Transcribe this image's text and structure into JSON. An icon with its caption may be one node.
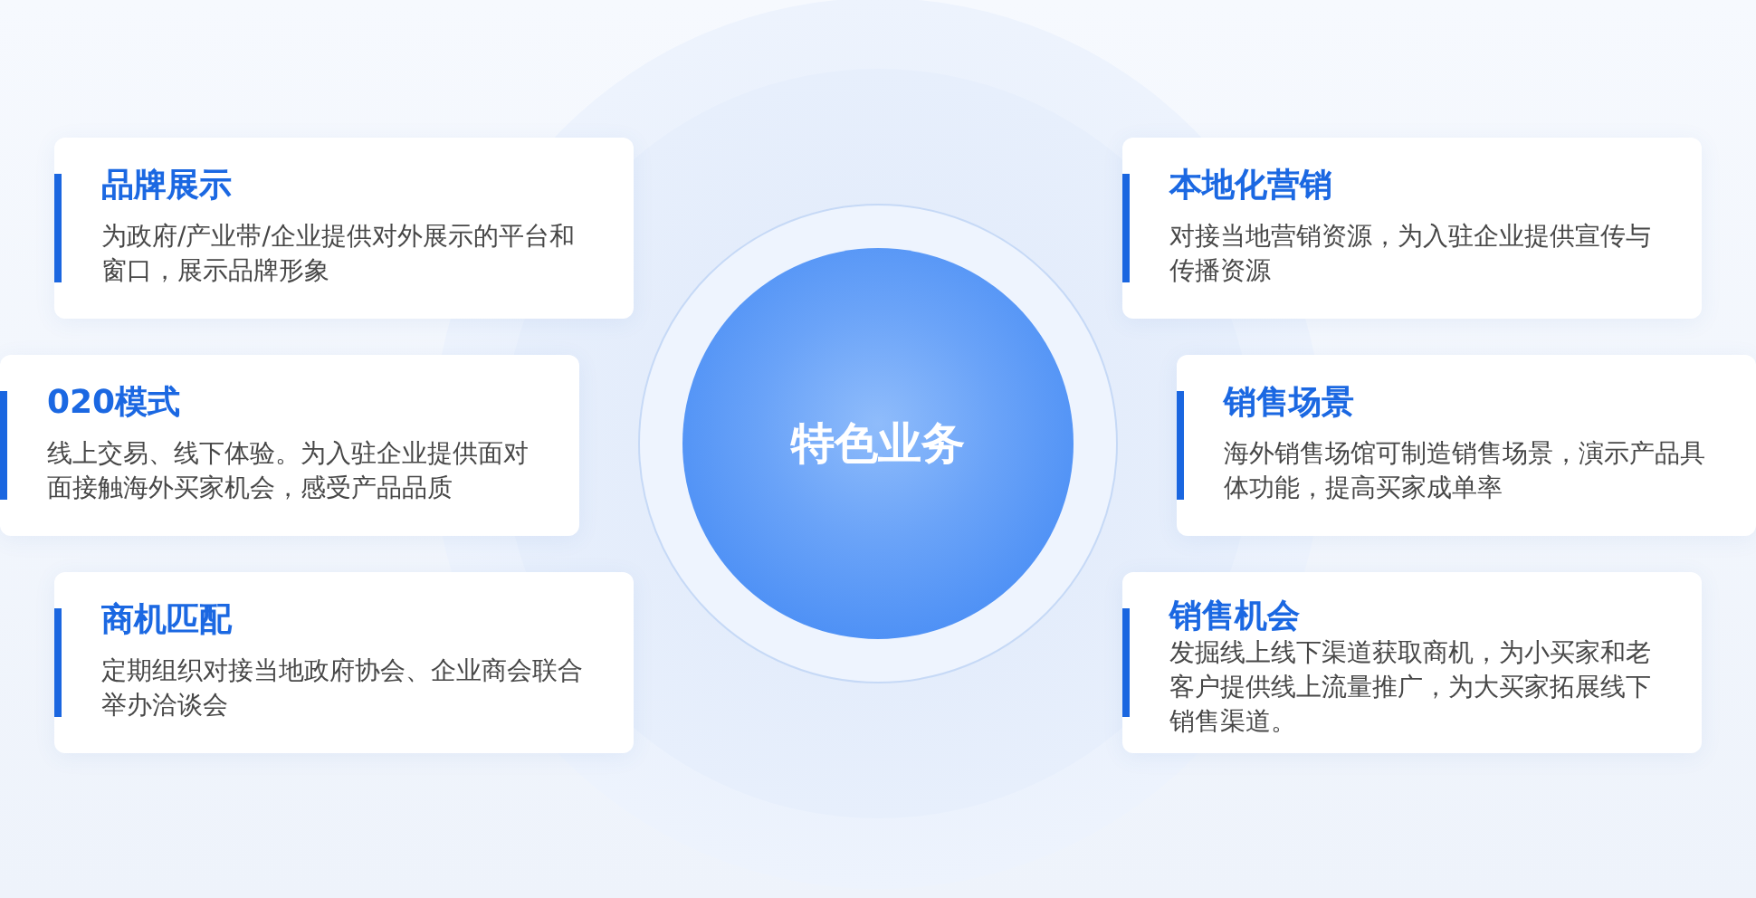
{
  "diagram": {
    "nodes": [
      {
        "text": [
          "品牌展示",
          "为政府/产业带/企业提供对外展示的平台和窗口，展示品牌形象"
        ]
      },
      {
        "text": [
          "本地化营销",
          "对接当地营销资源，为入驻企业提供宣传与传播资源"
        ]
      },
      {
        "text": [
          "020模式",
          "线上交易、线下体验。为入驻企业提供面对面接触海外买家机会，感受产品品质"
        ]
      },
      {
        "text": [
          "特色业务"
        ]
      },
      {
        "text": [
          "销售场景",
          "海外销售场馆可制造销售场景，演示产品具体功能，提高买家成单率"
        ]
      },
      {
        "text": [
          "商机匹配",
          "定期组织对接当地政府协会、企业商会联合举办洽谈会"
        ]
      },
      {
        "text": [
          "销售机会",
          "发掘线上线下渠道获取商机，为小买家和老客户提供线上流量推广，为大买家拓展线下销售渠道。"
        ]
      }
    ]
  }
}
